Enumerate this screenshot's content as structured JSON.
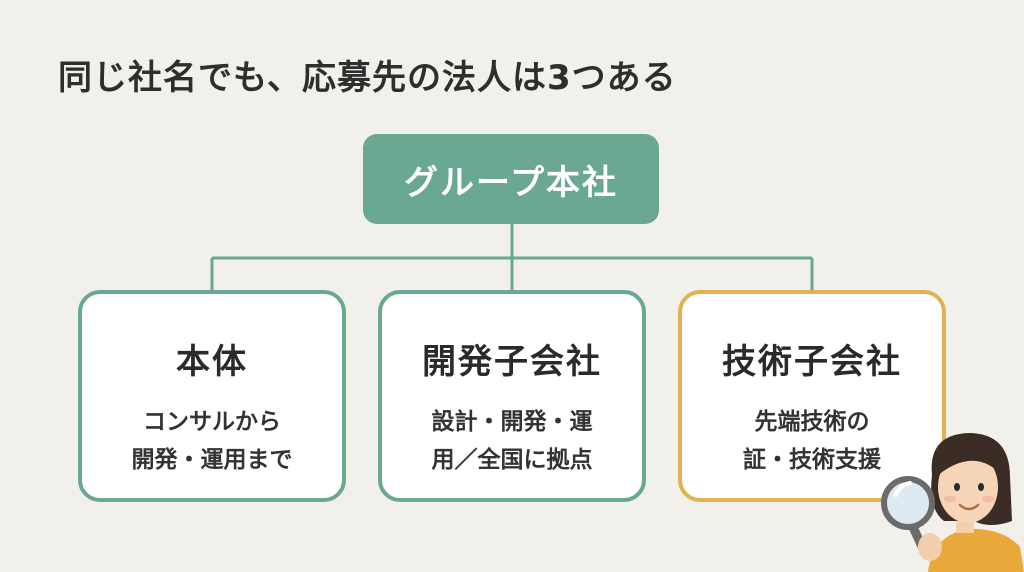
{
  "title": "同じ社名でも、応募先の法人は3つある",
  "colors": {
    "background": "#f1f0ea",
    "green": "#6aa891",
    "accent": "#e0b252"
  },
  "root": {
    "label": "グループ本社"
  },
  "children": [
    {
      "title": "本体",
      "lines": [
        "コンサルから",
        "開発・運用まで"
      ],
      "highlight": false
    },
    {
      "title": "開発子会社",
      "lines": [
        "設計・開発・運",
        "用／全国に拠点"
      ],
      "highlight": false
    },
    {
      "title": "技術子会社",
      "lines": [
        "先端技術の",
        "証・技術支援"
      ],
      "highlight": true
    }
  ],
  "illustration": {
    "icon": "woman-with-magnifying-glass"
  }
}
